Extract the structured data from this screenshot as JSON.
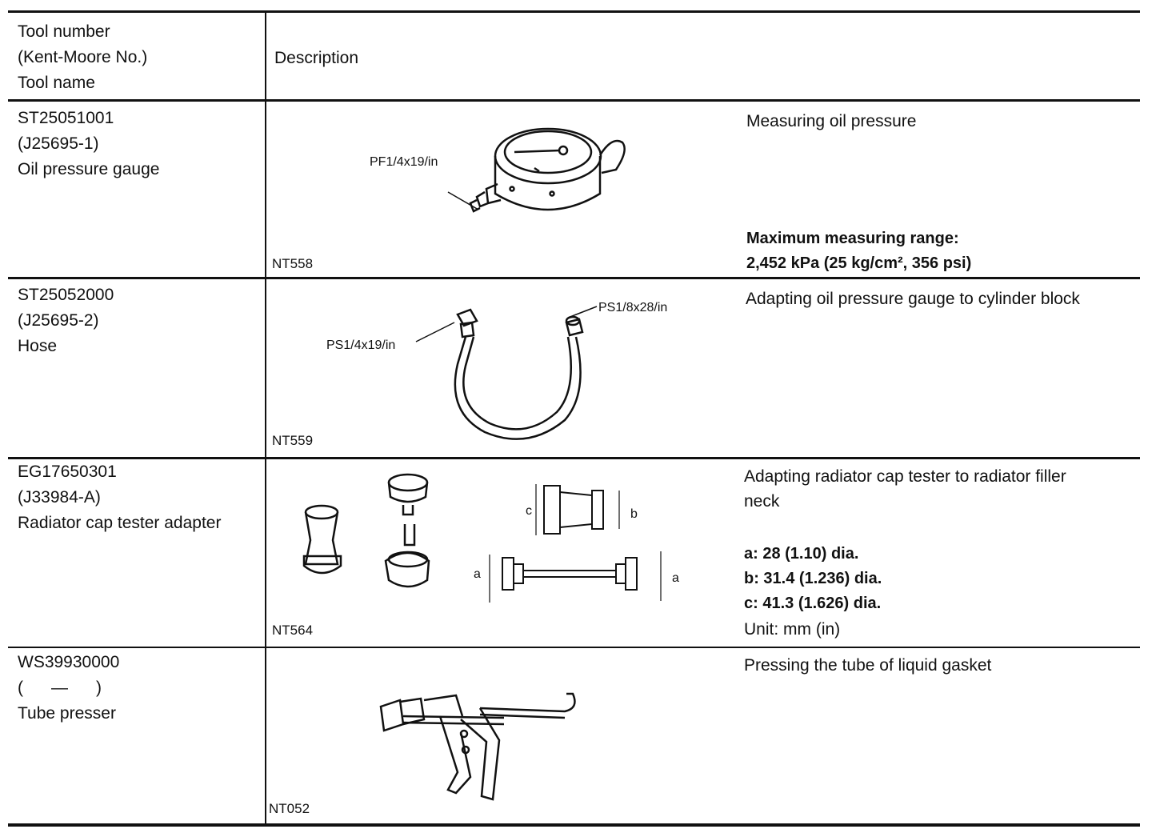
{
  "header": {
    "tool_col": [
      "Tool number",
      "(Kent-Moore No.)",
      "Tool name"
    ],
    "description": "Description"
  },
  "rows": [
    {
      "tool_number": "ST25051001",
      "kent_moore": "(J25695-1)",
      "tool_name": "Oil pressure gauge",
      "figure_code": "NT558",
      "labels": [
        "PF1/4x19/in"
      ],
      "description": "Measuring oil pressure",
      "spec": [
        "Maximum measuring range:",
        "2,452 kPa (25 kg/cm², 356 psi)"
      ]
    },
    {
      "tool_number": "ST25052000",
      "kent_moore": "(J25695-2)",
      "tool_name": "Hose",
      "figure_code": "NT559",
      "labels": [
        "PS1/4x19/in",
        "PS1/8x28/in"
      ],
      "description": "Adapting oil pressure gauge to cylinder block"
    },
    {
      "tool_number": "EG17650301",
      "kent_moore": "(J33984-A)",
      "tool_name": "Radiator cap tester adapter",
      "figure_code": "NT564",
      "dim_labels": [
        "c",
        "b",
        "a",
        "a"
      ],
      "description": [
        "Adapting radiator cap tester to radiator filler",
        "neck"
      ],
      "spec": [
        "a: 28 (1.10) dia.",
        "b: 31.4 (1.236) dia.",
        "c: 41.3 (1.626) dia."
      ],
      "unit": "Unit: mm (in)"
    },
    {
      "tool_number": "WS39930000",
      "kent_moore": "(      —      )",
      "tool_name": "Tube presser",
      "figure_code": "NT052",
      "description": "Pressing the tube of liquid gasket"
    }
  ]
}
